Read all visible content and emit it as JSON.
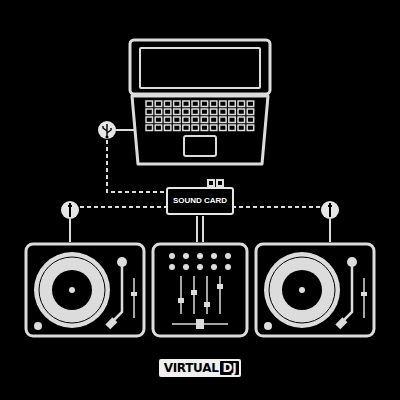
{
  "diagram": {
    "nodes": [
      {
        "text": [
          "SOUND CARD"
        ]
      }
    ],
    "labels": [
      "VIRTUAL",
      "DJ"
    ]
  }
}
